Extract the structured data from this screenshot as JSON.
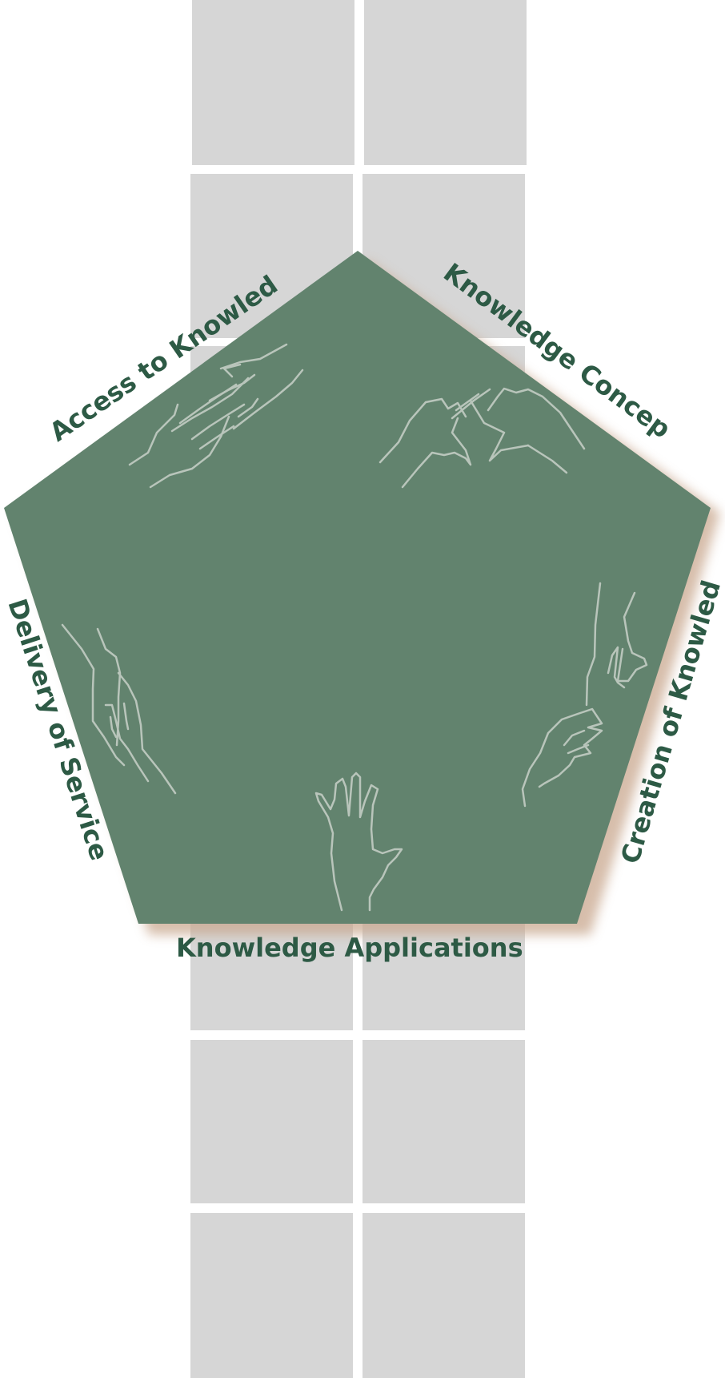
{
  "colors": {
    "pentagon_fill": "#62836e",
    "label_text": "#2d5a45",
    "hand_stroke": "#b9c5bb",
    "tile": "#d6d6d6",
    "shadow": "#c9a88f",
    "background": "#ffffff"
  },
  "labels": {
    "access": "Access to Knowledge",
    "concepts": "Knowledge Concepts",
    "creation": "Creation of Knowledge",
    "applications": "Knowledge Applications",
    "delivery": "Delivery of Services"
  },
  "icons": [
    "hands-touching-icon",
    "pointing-hands-icon",
    "reaching-hands-icon",
    "raised-hand-icon",
    "hand-gesture-icon"
  ]
}
